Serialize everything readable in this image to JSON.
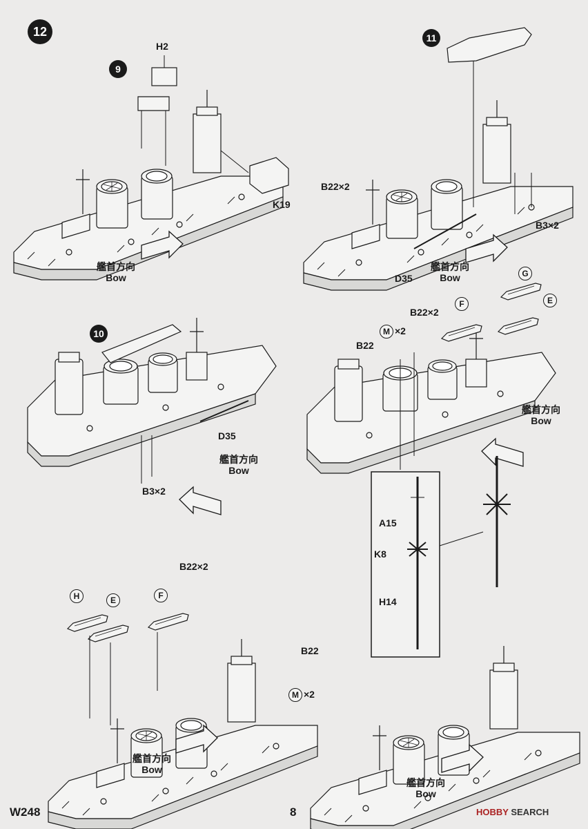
{
  "step": {
    "number": "12"
  },
  "substeps": {
    "s9": "9",
    "s10": "10",
    "s11": "11"
  },
  "bow_label": {
    "jp": "艦首方向",
    "en": "Bow"
  },
  "parts": {
    "h2": "H2",
    "k19": "K19",
    "b22x2_a": "B22×2",
    "b3x2_a": "B3×2",
    "d35_a": "D35",
    "d35_b": "D35",
    "b3x2_b": "B3×2",
    "g": "G",
    "e_a": "E",
    "f_a": "F",
    "b22x2_b": "B22×2",
    "mx2_a": "×2",
    "m_a": "M",
    "b22_a": "B22",
    "a15": "A15",
    "k8": "K8",
    "h14": "H14",
    "h": "H",
    "e_b": "E",
    "f_b": "F",
    "b22x2_c": "B22×2",
    "b22_b": "B22",
    "m_b": "M",
    "mx2_b": "×2"
  },
  "footer": {
    "code": "W248",
    "page": "8"
  },
  "watermark": {
    "brand": "HOBBY",
    "suffix": "SEARCH"
  }
}
